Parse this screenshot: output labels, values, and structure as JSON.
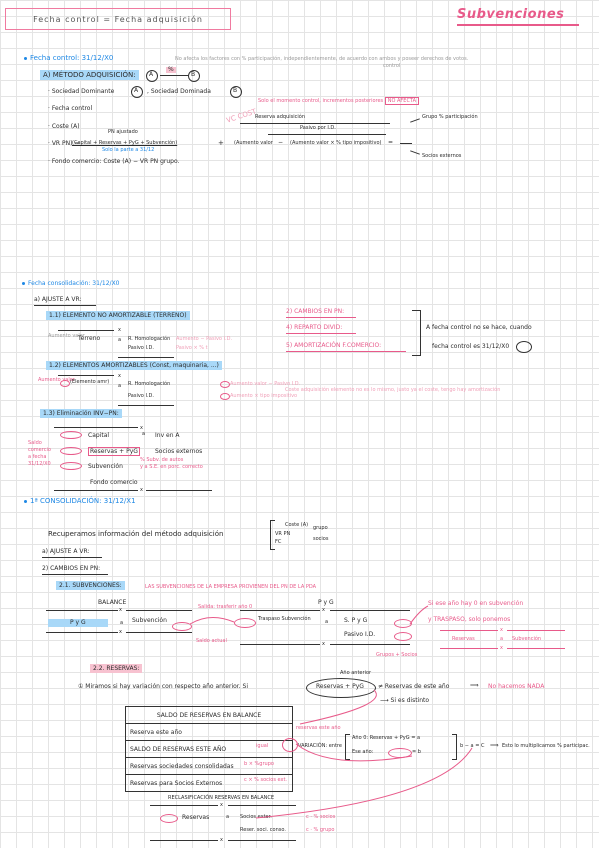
{
  "header": {
    "title": "Fecha control = Fecha adquisición",
    "subject": "Subvenciones"
  },
  "part1": {
    "fecha_control": "Fecha control: 31/12/X0",
    "note_top": "No afecta los factores con % participación, independientemente, de acuerdo con ambos y poseer derechos de votos.",
    "note_top2": "control",
    "metodo": "A) MÉTODO ADQUISICIÓN:",
    "circle_a": "A",
    "circle_b": "B",
    "circle_pct": "%",
    "soc_dominante": "· Sociedad Dominante",
    "soc_dominada": ", Sociedad Dominada",
    "fecha_ctrl": "· Fecha control",
    "note_solo": "Solo el momento control, incrementos posteriores",
    "note_afecta": "NO AFECTA",
    "coste": "· Coste (A)",
    "pn_ajustado": "PN ajustado",
    "vc_cost": "VC COST",
    "reserva_adq": "Reserva adquisición",
    "pasivo": "Pasivo por I.D.",
    "vr_pn": "· VR PN) =",
    "capital_formula": "(Capital + Reservas + PyG + Subvención)",
    "mas": "+",
    "aumento_valor": "(Aumento valor",
    "menos": "−",
    "aumento_valor_tipo": "(Aumento valor × % tipo impositivo)",
    "grupo_pct": "Grupo % participación",
    "socios_ext": "Socios externos",
    "solo_parte": "Solo la parte a 31/12",
    "fondo_comercio": "· Fondo comercio: Coste (A) − VR PN grupo."
  },
  "part2": {
    "fecha_consol": "Fecha consolidación: 31/12/X0",
    "ajuste_vr": "a) AJUSTE A VR:",
    "s1_1": "1.1) ELEMENTO NO AMORTIZABLE (TERRENO)",
    "aumento_valor_lbl": "Aumento valor",
    "terreno": "Terreno",
    "x": "x",
    "a": "a",
    "r_homog": "R. Homologación",
    "pasivo_id": "Pasivo I.D.",
    "aumento_pasivo_id": "Aumento − Pasivo I.D.",
    "pasivo_tipo": "Pasivo × % t",
    "s1_2": "1.2) ELEMENTOS AMORTIZABLES (Const, maquinaria, ...)",
    "aumento_valor_lbl2": "Aumento valor",
    "elemento": "(Elemento amr)",
    "aumento_pasivo_2": "Aumento valor − Pasivo I.D.",
    "aumento_tipo": "Aumento × tipo impositivo",
    "coste_note": "Coste adquisición elemento no es lo mismo, justo ya el coste, tengo hay amortización",
    "s1_3": "1.3) Eliminación INV−PN:",
    "saldo_comercio": "Saldo comercio a fecha 31/12/X0",
    "capital": "Capital",
    "inv_en_a": "Inv en A",
    "reservas_pyg": "Reservas + PyG",
    "socios_externos": "Socios externos",
    "subvencion": "Subvención",
    "s_sub_note": "% Subv. de autos",
    "s_sub_note2": "y a S.E. en porc. correcto",
    "fondo_comercio2": "Fondo comercio",
    "cambios_pn": "2) CAMBIOS EN PN:",
    "reparto": "4) REPARTO DIVID:",
    "amort": "5) AMORTIZACIÓN F.COMERCIO:",
    "fecha_ctrl_note": "A fecha control no se hace, cuando",
    "fecha_ctrl_note2": "fecha control es 31/12/X0"
  },
  "part3": {
    "primera": "1ª CONSOLIDACIÓN: 31/12/X1",
    "recuperamos": "Recuperamos información del método adquisición",
    "coste": "Coste (A)",
    "vr_pn": "VR PN",
    "fc": "FC",
    "grupo": "grupo",
    "socios": "socios",
    "ajuste": "a) AJUSTE A VR:",
    "cambios": "2) CAMBIOS EN PN:",
    "s2_1": "2.1. SUBVENCIONES:",
    "s2_1_note": "LAS SUBVENCIONES DE LA EMPRESA PROVIENEN DEL PN DE LA PDA",
    "balance": "BALANCE",
    "pyg": "P y G",
    "subvencion": "Subvención",
    "x": "x",
    "a": "a",
    "salida_note": "Salida: trasferir año 0",
    "saldo_note": "Saldo actual",
    "traspaso": "Traspaso Subvención",
    "s_pyg": "S. P y G",
    "pasivo_id": "Pasivo I.D.",
    "si_ano": "Si ese año hay 0 en subvención",
    "y_traspaso": "y TRASPASO, solo ponemos",
    "reservas": "Reservas",
    "subv": "Subvención",
    "grupo_socios": "Grupos + Socios",
    "s2_2": "2.2. RESERVAS:",
    "ano_anterior": "Año anterior",
    "miramos": "① Miramos si hay variación con respecto año anterior. Si",
    "reservas_pyg": "Reservas + PyG",
    "reservas_ano": "≠ Reservas de este año",
    "no_hacemos": "No hacemos NADA",
    "si_distinto": "Si es distinto",
    "saldo_title": "SALDO DE RESERVAS EN BALANCE",
    "row1": "Reserva este año",
    "row2": "SALDO DE RESERVAS ESTE AÑO",
    "row3": "Reservas sociedades consolidadas",
    "row4": "Reservas para Socios Externos",
    "igual": "igual",
    "b_pct": "b × %grupo",
    "c_pct": "c × % socios ext.",
    "reservas_ano_note": "reservas este año",
    "variacion": "VARIACIÓN: entre",
    "ano_0": "Año 0: Reservas + PyG = a",
    "ese_ano": "Ese año:",
    "eq_b": "= b",
    "b_a_c": "b − a = C",
    "esto": "Esto lo multiplicamos % participac.",
    "reclas_title": "RECLASIFICACIÓN RESERVAS EN BALANCE",
    "reservas2": "Reservas",
    "socios_ext2": "Socios exter.",
    "reser_soci": "Reser. soci. conso.",
    "c_pct2": "c · % socios",
    "c_pct3": "c · % grupo"
  }
}
